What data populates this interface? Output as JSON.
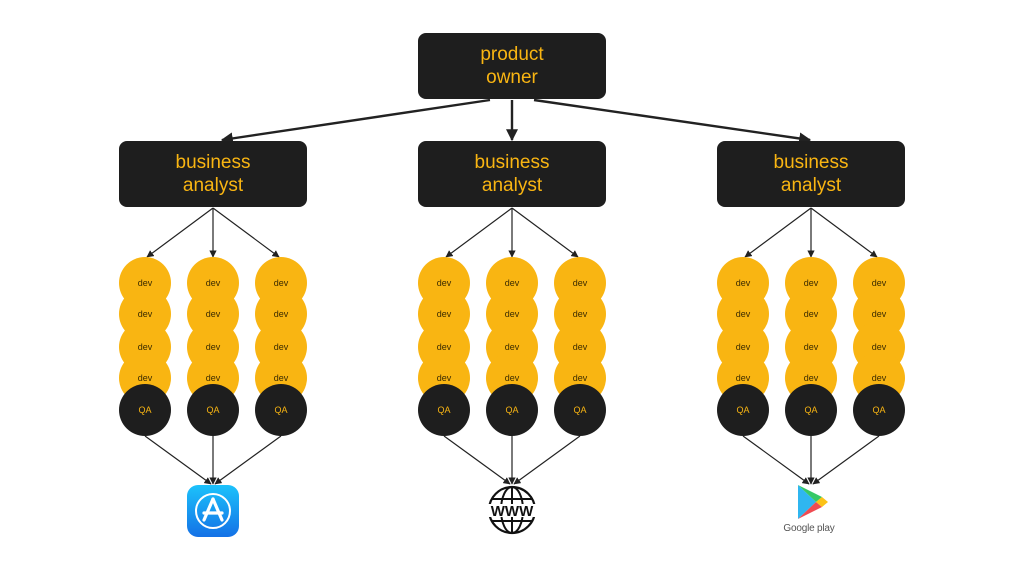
{
  "diagram": {
    "root": {
      "line1": "product",
      "line2": "owner"
    },
    "teams": [
      {
        "analyst": {
          "line1": "business",
          "line2": "analyst"
        },
        "dev_label": "dev",
        "qa_label": "QA",
        "platform_icon": "app-store-icon"
      },
      {
        "analyst": {
          "line1": "business",
          "line2": "analyst"
        },
        "dev_label": "dev",
        "qa_label": "QA",
        "platform_icon": "web-globe-icon",
        "platform_text": "WWW"
      },
      {
        "analyst": {
          "line1": "business",
          "line2": "analyst"
        },
        "dev_label": "dev",
        "qa_label": "QA",
        "platform_icon": "google-play-icon",
        "platform_text": "Google play"
      }
    ],
    "colors": {
      "box": "#1e1e1e",
      "accent": "#F9B512",
      "edge": "#222222"
    }
  }
}
